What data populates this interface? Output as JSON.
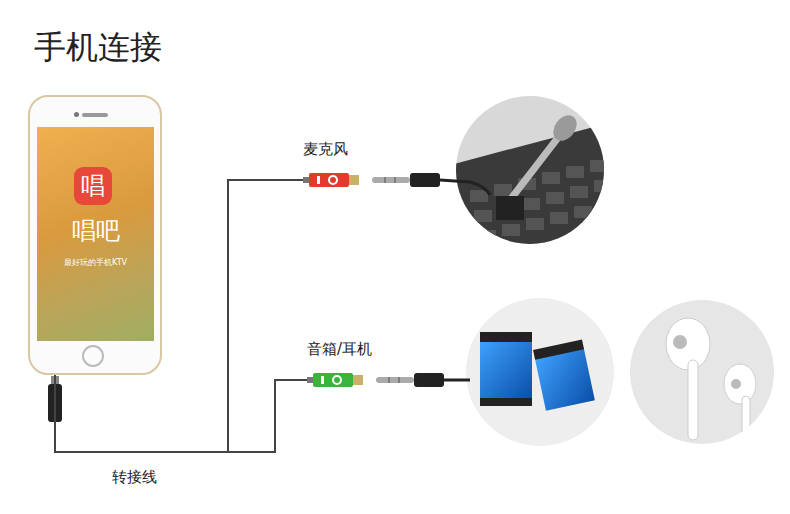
{
  "diagram": {
    "title": "手机连接",
    "nodes": [
      {
        "text": [
          "唱",
          "唱吧",
          "最好玩的手机KTV"
        ]
      },
      {
        "text": [
          "麦克风"
        ]
      },
      {
        "text": [
          "音箱/耳机"
        ]
      }
    ],
    "edges": [
      {
        "from": 0,
        "to": 1,
        "arrow": "none"
      },
      {
        "from": 0,
        "to": 2,
        "arrow": "none"
      }
    ],
    "labels": [
      "转接线"
    ]
  }
}
